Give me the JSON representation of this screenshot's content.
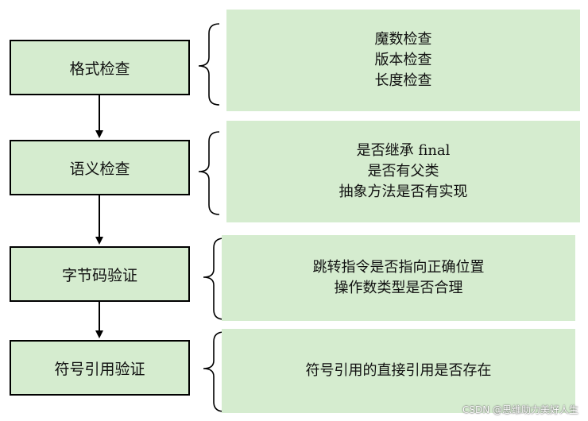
{
  "steps": [
    {
      "label": "格式检查",
      "details": [
        "魔数检查",
        "版本检查",
        "长度检查"
      ]
    },
    {
      "label": "语义检查",
      "details": [
        "是否继承 final",
        "是否有父类",
        "抽象方法是否有实现"
      ]
    },
    {
      "label": "字节码验证",
      "details": [
        "跳转指令是否指向正确位置",
        "操作数类型是否合理"
      ]
    },
    {
      "label": "符号引用验证",
      "details": [
        "符号引用的直接引用是否存在"
      ]
    }
  ],
  "watermark": "CSDN @思维助力美好人生",
  "colors": {
    "box_fill": "#d5eccf",
    "stroke": "#000000"
  }
}
